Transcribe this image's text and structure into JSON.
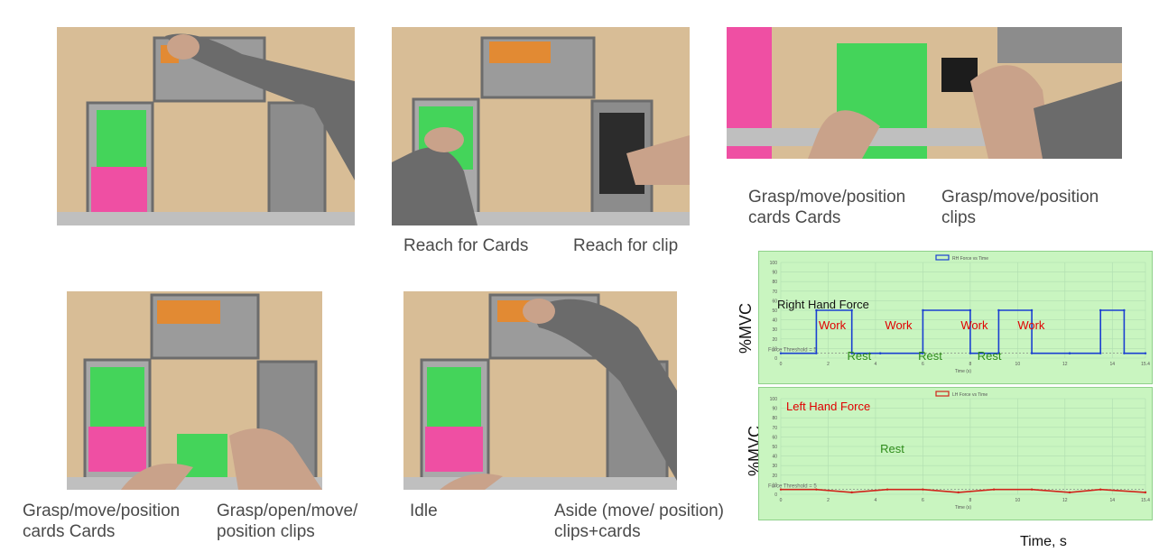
{
  "photos": [
    {
      "id": "top-left",
      "desc": "hand reaching to clip at top bin"
    },
    {
      "id": "top-middle",
      "desc": "reach for cards and clip"
    },
    {
      "id": "top-right",
      "desc": "grasp cards and clip close-up"
    },
    {
      "id": "bottom-left",
      "desc": "grasp position cards and clips"
    },
    {
      "id": "bottom-middle",
      "desc": "idle and aside"
    }
  ],
  "captions": {
    "reach_cards": "Reach for Cards",
    "reach_clip": "Reach for clip",
    "grasp_cards_top": "Grasp/move/position cards Cards",
    "grasp_clips_top": "Grasp/move/position clips",
    "grasp_cards_bottom": "Grasp/move/position cards Cards",
    "grasp_open_clips": "Grasp/open/move/ position clips",
    "idle": "Idle",
    "aside": "Aside (move/ position) clips+cards"
  },
  "charts": {
    "ylabel": "%MVC",
    "xlabel": "Time, s",
    "right": {
      "legend": "RH Force vs Time",
      "title": "Right Hand Force",
      "threshold_label": "Force Threshold = 5",
      "annotations": {
        "work": "Work",
        "rest": "Rest"
      },
      "line_color": "#1a3fd1"
    },
    "left": {
      "legend": "LH Force vs Time",
      "title": "Left Hand Force",
      "threshold_label": "Force Threshold = 5",
      "annotations": {
        "rest": "Rest"
      },
      "line_color": "#d0231b"
    },
    "axis_tick_title": "Time (s)"
  },
  "chart_data": [
    {
      "type": "line",
      "title": "Right Hand Force",
      "legend": "RH Force vs Time",
      "xlabel": "Time (s)",
      "ylabel": "%MVC",
      "xlim": [
        0,
        15.4
      ],
      "ylim": [
        0,
        100
      ],
      "threshold": 5,
      "x": [
        0,
        1.5,
        1.5,
        3.0,
        3.0,
        4.2,
        4.2,
        6.0,
        6.0,
        8.0,
        8.0,
        9.2,
        9.2,
        10.6,
        10.6,
        12.2,
        12.2,
        13.5,
        13.5,
        14.5,
        14.5,
        15.4
      ],
      "y": [
        5,
        5,
        50,
        50,
        5,
        5,
        5,
        5,
        50,
        50,
        5,
        5,
        50,
        50,
        5,
        5,
        5,
        5,
        50,
        50,
        5,
        5
      ],
      "annotations": [
        "Work",
        "Work",
        "Work",
        "Work",
        "Rest",
        "Rest",
        "Rest"
      ]
    },
    {
      "type": "line",
      "title": "Left Hand Force",
      "legend": "LH Force vs Time",
      "xlabel": "Time (s)",
      "ylabel": "%MVC",
      "xlim": [
        0,
        15.4
      ],
      "ylim": [
        0,
        100
      ],
      "threshold": 5,
      "x": [
        0,
        1.5,
        3.0,
        4.5,
        6.0,
        7.5,
        9.0,
        10.6,
        12.2,
        13.5,
        15.4
      ],
      "y": [
        5,
        5,
        2,
        5,
        5,
        2,
        5,
        5,
        2,
        5,
        2
      ],
      "annotations": [
        "Rest"
      ]
    }
  ],
  "colors": {
    "panel_bg": "#c9f5c0",
    "panel_border": "#8fd18a",
    "work_text": "#e00000",
    "rest_text": "#2e8b1a",
    "grid": "#b0ddb0"
  }
}
